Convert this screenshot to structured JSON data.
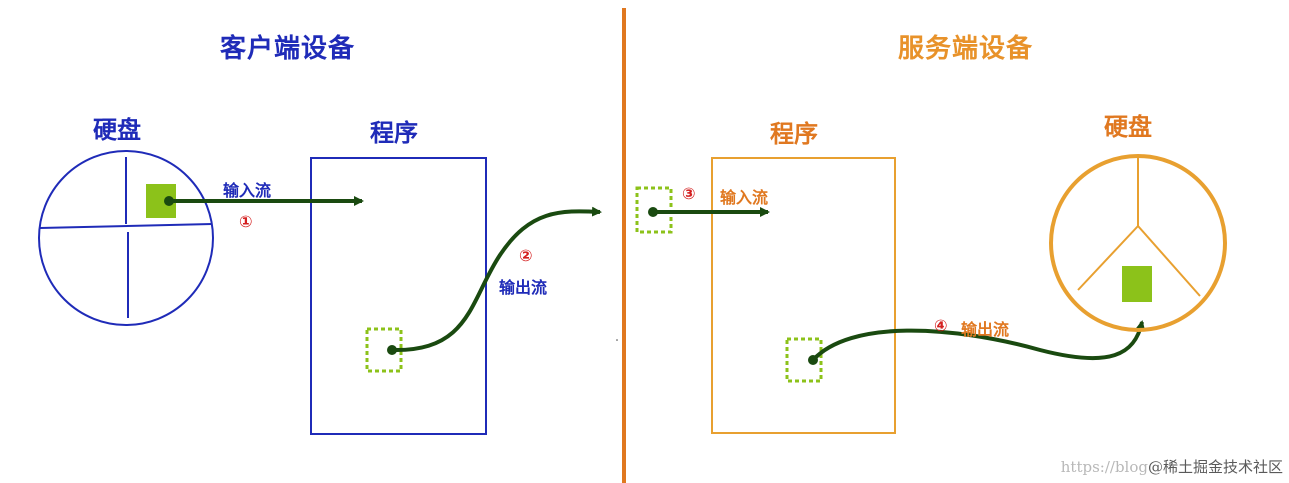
{
  "client": {
    "title": "客户端设备",
    "disk_label": "硬盘",
    "program_label": "程序",
    "input_stream_label": "输入流",
    "input_step": "①",
    "output_stream_label": "输出流",
    "output_step": "②"
  },
  "server": {
    "title": "服务端设备",
    "program_label": "程序",
    "disk_label": "硬盘",
    "input_stream_label": "输入流",
    "input_step": "③",
    "output_stream_label": "输出流",
    "output_step": "④"
  },
  "watermark": {
    "url": "https://blog",
    "brand": "@稀土掘金技术社区"
  },
  "colors": {
    "client_blue": "#1f2bb8",
    "server_orange": "#e8922a",
    "divider_orange": "#e07820",
    "arrow_green": "#1a4a10",
    "data_block_green": "#8cc21a",
    "step_red": "#d42020"
  }
}
